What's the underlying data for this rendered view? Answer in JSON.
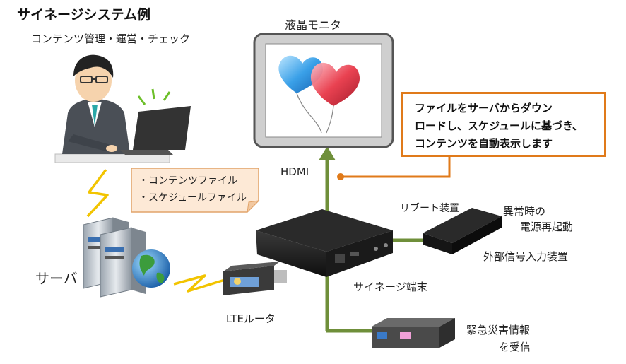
{
  "title": "サイネージシステム例",
  "subtitle": "コンテンツ管理・運営・チェック",
  "monitor_label": "液晶モニタ",
  "hdmi_label": "HDMI",
  "callout": {
    "lines": [
      "ファイルをサーバからダウン",
      "ロードし、スケジュールに基づき、",
      "コンテンツを自動表示します"
    ],
    "border_color": "#e07a1a"
  },
  "files_note": {
    "lines": [
      "・コンテンツファイル",
      "・スケジュールファイル"
    ]
  },
  "server_label": "サーバ",
  "lte_label": "LTEルータ",
  "terminal_label": "サイネージ端末",
  "reboot_label": "リブート装置",
  "power_label": [
    "異常時の",
    "電源再起動"
  ],
  "external_label": "外部信号入力装置",
  "disaster_label": [
    "緊急災害情報",
    "を受信"
  ],
  "colors": {
    "connector_line": "#6f8f3a",
    "callout_border": "#e07a1a",
    "wireless_bolt": "#f2c400"
  },
  "icons": [
    "operator-pc-icon",
    "server-icon",
    "globe-icon",
    "lte-router-icon",
    "signage-terminal-icon",
    "reboot-device-icon",
    "disaster-receiver-icon",
    "monitor-icon",
    "balloons-icon"
  ]
}
